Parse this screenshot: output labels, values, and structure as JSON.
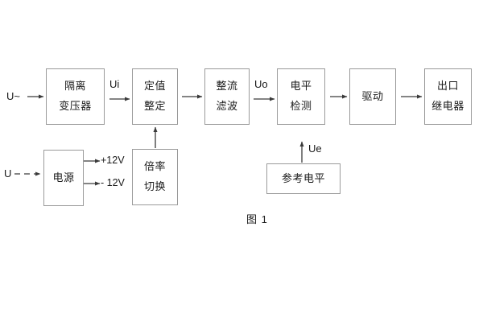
{
  "figure": {
    "caption": "图 1",
    "line_color": "#9a9a9a",
    "text_color": "#1a1a1a",
    "background": "#ffffff"
  },
  "blocks": [
    {
      "id": "isolation-transformer",
      "lines": [
        "隔离",
        "变压器"
      ]
    },
    {
      "id": "setting-value",
      "lines": [
        "定值",
        "整定"
      ]
    },
    {
      "id": "rectify-filter",
      "lines": [
        "整流",
        "滤波"
      ]
    },
    {
      "id": "level-detection",
      "lines": [
        "电平",
        "检测"
      ]
    },
    {
      "id": "drive",
      "lines": [
        "驱动"
      ]
    },
    {
      "id": "output-relay",
      "lines": [
        "出口",
        "继电器"
      ]
    },
    {
      "id": "power-supply",
      "lines": [
        "电源"
      ]
    },
    {
      "id": "multiplier-switch",
      "lines": [
        "倍率",
        "切换"
      ]
    },
    {
      "id": "reference-level",
      "lines": [
        "参考电平"
      ]
    }
  ],
  "labels": {
    "input_ac": "U~",
    "input_dc": "U",
    "ui": "Ui",
    "uo": "Uo",
    "ue": "Ue",
    "rail_positive": "+12V",
    "rail_negative": "- 12V"
  }
}
